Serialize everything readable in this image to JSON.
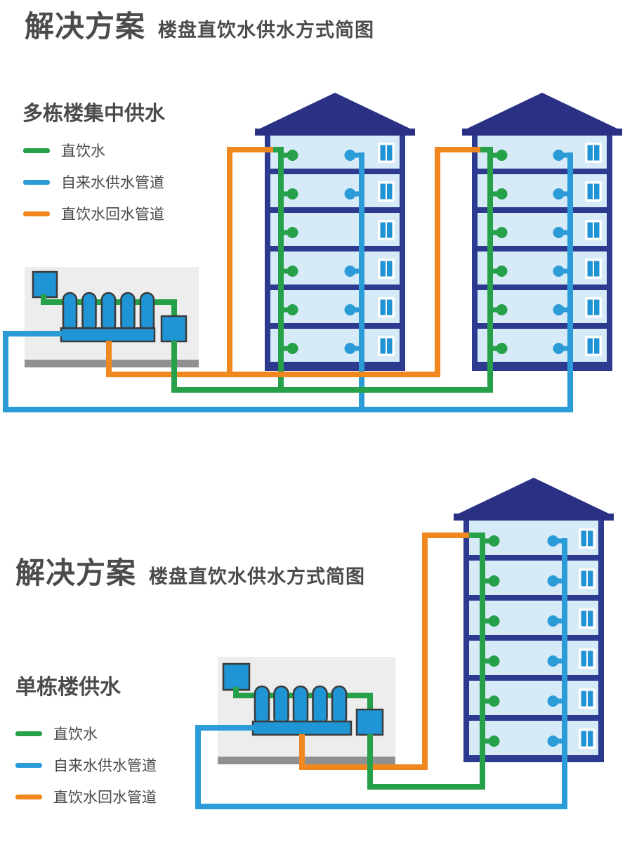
{
  "header": {
    "title": "解决方案",
    "subtitle": "楼盘直饮水供水方式简图"
  },
  "legend_items": [
    {
      "id": "direct-drinking-water",
      "label": "直饮水",
      "color_key": "green"
    },
    {
      "id": "tap-water-supply-pipe",
      "label": "自来水供水管道",
      "color_key": "blue"
    },
    {
      "id": "drinking-water-return-pipe",
      "label": "直饮水回水管道",
      "color_key": "orange"
    }
  ],
  "sections": {
    "multi": {
      "label": "多栋楼集中供水",
      "buildings": 2,
      "floors_per_building": 6
    },
    "single": {
      "label": "单栋楼供水",
      "buildings": 1,
      "floors_per_building": 6
    }
  },
  "colors": {
    "green": "#27a04a",
    "blue": "#2b9cd8",
    "orange": "#f0881f",
    "navy": "#2c3a90",
    "roof": "#2a3184",
    "floor_fill": "#d6eaf7",
    "window_pane": "#1f93d6",
    "equipment_fill": "#2095d5",
    "equipment_outline": "#3a3a3a",
    "room_fill": "#ededee",
    "baseboard": "#8f9092",
    "text": "#4b4b4d"
  }
}
